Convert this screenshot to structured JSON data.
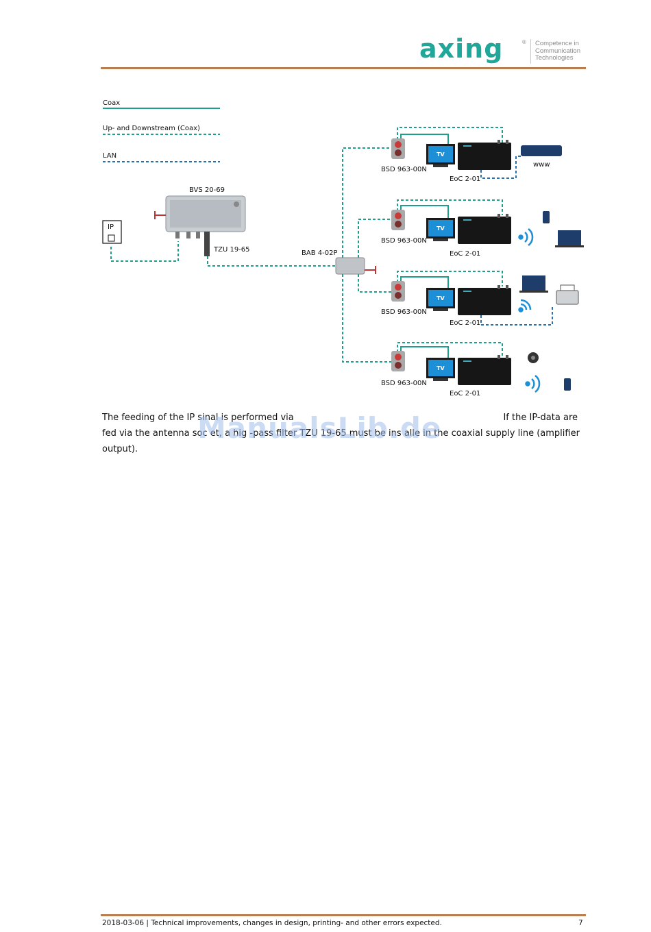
{
  "header": {
    "logo_text": "axing",
    "logo_reg": "®",
    "tagline": [
      "Competence in",
      "Communication",
      "Technologies"
    ]
  },
  "legend": {
    "coax": "Coax",
    "updown": "Up- and Downstream (Coax)",
    "lan": "LAN"
  },
  "diagram": {
    "amplifier": "BVS 20-69",
    "highpass": "TZU 19-65",
    "splitter": "BAB 4-02P",
    "ip": "IP",
    "socket": "BSD 963-00N",
    "eoc": "EoC 2-01",
    "tv": "TV",
    "www": "www"
  },
  "body": {
    "line1_a": "The feeding of the IP si",
    "line1_b": "nal is performed via",
    "line1_c": "If the IP-data are",
    "line2": "fed via the antenna soc et, a hig -pass filter TZU 19-65 must be ins alle  in the coaxial supply line (amplifier",
    "line3": "output)."
  },
  "watermark": "ManualsLib.de",
  "footer": {
    "text": "2018-03-06 | Technical improvements, changes in design, printing- and other errors expected.",
    "page": "7"
  },
  "colors": {
    "coax": "#1f9e8e",
    "lan": "#2a6fa8",
    "rule": "#b97d4e",
    "brand": "#20a79a"
  }
}
